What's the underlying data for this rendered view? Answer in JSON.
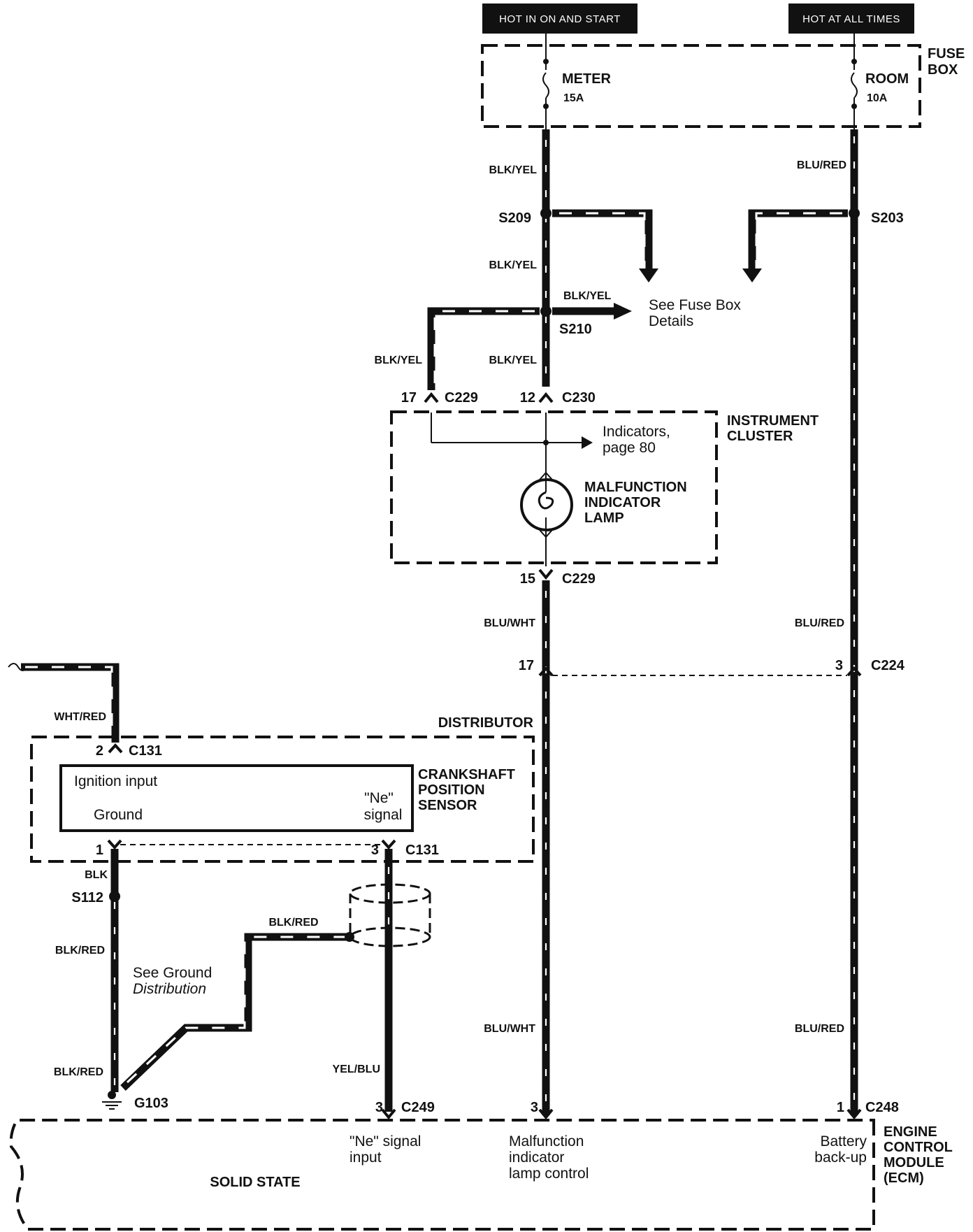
{
  "power": {
    "hot_run": "HOT IN ON AND START",
    "hot_always": "HOT AT ALL TIMES"
  },
  "fuse_box": {
    "label_line1": "FUSE",
    "label_line2": "BOX",
    "fuse_meter_name": "METER",
    "fuse_meter_rating": "15A",
    "fuse_room_name": "ROOM",
    "fuse_room_rating": "10A"
  },
  "wires": {
    "blk_yel": "BLK/YEL",
    "blu_red": "BLU/RED",
    "blu_wht": "BLU/WHT",
    "wht_red": "WHT/RED",
    "blk": "BLK",
    "blk_red": "BLK/RED",
    "yel_blu": "YEL/BLU"
  },
  "splices": {
    "s209": "S209",
    "s203": "S203",
    "s210": "S210",
    "s112": "S112"
  },
  "notes": {
    "fuse_box_details_line1": "See Fuse Box",
    "fuse_box_details_line2": "Details",
    "indicators_line1": "Indicators,",
    "indicators_line2": "page 80",
    "ground_dist_line1": "See Ground",
    "ground_dist_line2": "Distribution"
  },
  "connectors": {
    "c229": "C229",
    "c230": "C230",
    "c224": "C224",
    "c131": "C131",
    "c249": "C249",
    "c248": "C248",
    "g103": "G103",
    "pin_17": "17",
    "pin_12": "12",
    "pin_15": "15",
    "pin_3": "3",
    "pin_2": "2",
    "pin_1": "1"
  },
  "instrument_cluster": {
    "label_line1": "INSTRUMENT",
    "label_line2": "CLUSTER",
    "lamp_line1": "MALFUNCTION",
    "lamp_line2": "INDICATOR",
    "lamp_line3": "LAMP"
  },
  "distributor": {
    "label": "DISTRIBUTOR",
    "sensor_line1": "CRANKSHAFT",
    "sensor_line2": "POSITION",
    "sensor_line3": "SENSOR",
    "ignition_input": "Ignition input",
    "ground": "Ground",
    "ne_line1": "\"Ne\"",
    "ne_line2": "signal"
  },
  "ecm": {
    "label_line1": "ENGINE",
    "label_line2": "CONTROL",
    "label_line3": "MODULE",
    "label_line4": "(ECM)",
    "solid_state": "SOLID STATE",
    "ne_input_line1": "\"Ne\" signal",
    "ne_input_line2": "input",
    "mil_line1": "Malfunction",
    "mil_line2": "indicator",
    "mil_line3": "lamp control",
    "battery_line1": "Battery",
    "battery_line2": "back-up"
  }
}
